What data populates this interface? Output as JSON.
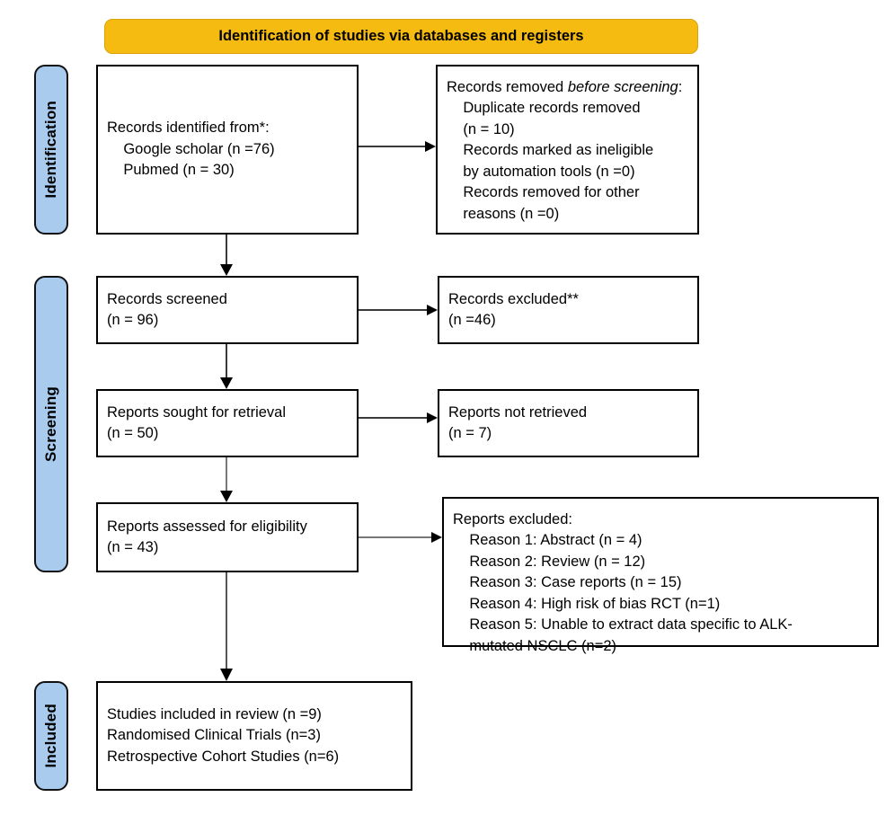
{
  "diagram": {
    "title": "PRISMA 2020 flow diagram",
    "banner": {
      "label": "Identification of studies via databases and registers",
      "color": "#f6bb10"
    },
    "stage_tab_color": "#a9cbee",
    "stages": [
      {
        "id": "identification",
        "label": "Identification"
      },
      {
        "id": "screening",
        "label": "Screening"
      },
      {
        "id": "included",
        "label": "Included"
      }
    ],
    "boxes": {
      "records_identified": {
        "title": "Records identified from*:",
        "lines": [
          "Records identified from*:",
          "    Google scholar (n =76)",
          "    Pubmed (n = 30)"
        ],
        "text": "Records identified from*:\n    Google scholar (n =76)\n    Pubmed (n = 30)"
      },
      "records_removed": {
        "lead_plain": "Records removed ",
        "lead_italic": "before screening",
        "lead_tail": ":",
        "lines": [
          "Records removed before screening:",
          "    Duplicate records removed",
          "    (n = 10)",
          "    Records marked as ineligible",
          "    by automation tools (n =0)",
          "    Records removed for other",
          "    reasons (n =0)"
        ],
        "body": "    Duplicate records removed\n    (n = 10)\n    Records marked as ineligible\n    by automation tools (n =0)\n    Records removed for other\n    reasons (n =0)"
      },
      "records_screened": {
        "lines": [
          "Records screened",
          "(n = 96)"
        ],
        "text": "Records screened\n(n = 96)",
        "count": 96
      },
      "records_excluded": {
        "lines": [
          "Records excluded**",
          "(n =46)"
        ],
        "text": "Records excluded**\n(n =46)",
        "count": 46
      },
      "reports_sought": {
        "lines": [
          "Reports sought for retrieval",
          "(n = 50)"
        ],
        "text": "Reports sought for retrieval\n(n = 50)",
        "count": 50
      },
      "reports_not_retrieved": {
        "lines": [
          "Reports not retrieved",
          "(n = 7)"
        ],
        "text": "Reports not retrieved\n(n = 7)",
        "count": 7
      },
      "reports_assessed": {
        "lines": [
          "Reports assessed for eligibility",
          "(n = 43)"
        ],
        "text": "Reports assessed for eligibility\n(n = 43)",
        "count": 43
      },
      "reports_excluded": {
        "lines": [
          "Reports excluded:",
          "    Reason 1: Abstract (n = 4)",
          "    Reason 2: Review (n = 12)",
          "    Reason 3: Case reports (n = 15)",
          "    Reason 4: High risk of bias RCT (n=1)",
          "    Reason 5: Unable to extract data specific to ALK-",
          "    mutated NSCLC (n=2)"
        ],
        "text": "Reports excluded:\n    Reason 1: Abstract (n = 4)\n    Reason 2: Review (n = 12)\n    Reason 3: Case reports (n = 15)\n    Reason 4: High risk of bias RCT (n=1)\n    Reason 5: Unable to extract data specific to ALK-\n    mutated NSCLC (n=2)",
        "reasons": [
          {
            "label": "Reason 1: Abstract",
            "n": 4
          },
          {
            "label": "Reason 2: Review",
            "n": 12
          },
          {
            "label": "Reason 3: Case reports",
            "n": 15
          },
          {
            "label": "Reason 4: High risk of bias RCT",
            "n": 1
          },
          {
            "label": "Reason 5: Unable to extract data specific to ALK-mutated NSCLC",
            "n": 2
          }
        ]
      },
      "studies_included": {
        "lines": [
          "Studies included in review (n =9)",
          "Randomised Clinical Trials (n=3)",
          "Retrospective Cohort Studies (n=6)"
        ],
        "text": "Studies included in review (n =9)\nRandomised Clinical Trials (n=3)\nRetrospective Cohort Studies (n=6)",
        "total": 9,
        "rct": 3,
        "cohort": 6
      }
    }
  }
}
